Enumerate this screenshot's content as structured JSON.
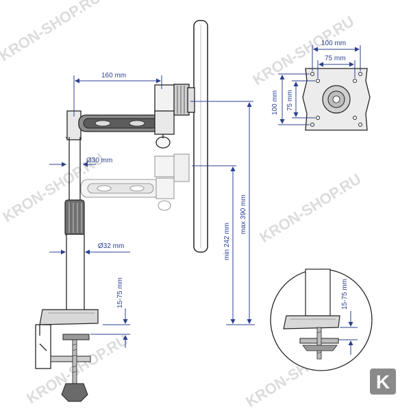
{
  "watermark": "KRON-SHOP.RU",
  "logo_letter": "K",
  "dimensions": {
    "arm_reach": "160 mm",
    "pole_top_diameter": "Ø30 mm",
    "pole_bottom_diameter": "Ø32 mm",
    "clamp_thickness": "15-75 mm",
    "min_height": "min 242 mm",
    "max_height": "max 390 mm",
    "vesa_outer_h": "100 mm",
    "vesa_inner_h": "75 mm",
    "vesa_outer_v": "100 mm",
    "vesa_inner_v": "75 mm",
    "detail_clamp_thickness": "15-75 mm"
  },
  "colors": {
    "dimension_lines": "#2a3f8f",
    "drawing": "#222222",
    "watermark": "#dcdcdc",
    "logo_bg": "#8a8a8a"
  }
}
